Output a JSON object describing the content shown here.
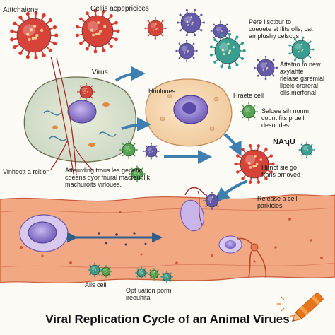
{
  "title": "Viral Replication Cycle of an Animal Virues",
  "labels": {
    "attachment": "Atttchaione",
    "cells_top": "Cellis acpepricices",
    "virus": "Virus",
    "top_right": "Pere lisctbur to\ncoeoete st flits olls, cat\namplushy celscos",
    "right_mid": "Attatno to new\naxylahte\nrlelase gsremial\nllpeic ororeral\nolls,merfonal",
    "nucleus": "Hrioloues",
    "host_cell": "Hraete cell",
    "release_form": "Saloee sih nonm\ncount fits pruell\ndesuddes",
    "nau": "NAʮU",
    "harvest": "Hirnct sie go\nfrans ornoved",
    "release_cell": "Release a celll\nparkicles",
    "vinhect": "Vinhectt a rcition",
    "attending": "Atteurding trous les genetic\ncoeens dyor fnural macreunlik\nmachuroits virloues.",
    "alls_cell": "Alls cell",
    "optuation": "Opt uation porm\nireouhital"
  },
  "colors": {
    "virus_red": "#d63a2f",
    "virus_blue": "#5b52a8",
    "virus_teal": "#2f9a8c",
    "virus_green": "#4aa04a",
    "arrow_blue": "#3d7fb0",
    "tissue": "#f0a07e",
    "nucleus": "#8a78c8",
    "crayon": "#e8741c"
  }
}
